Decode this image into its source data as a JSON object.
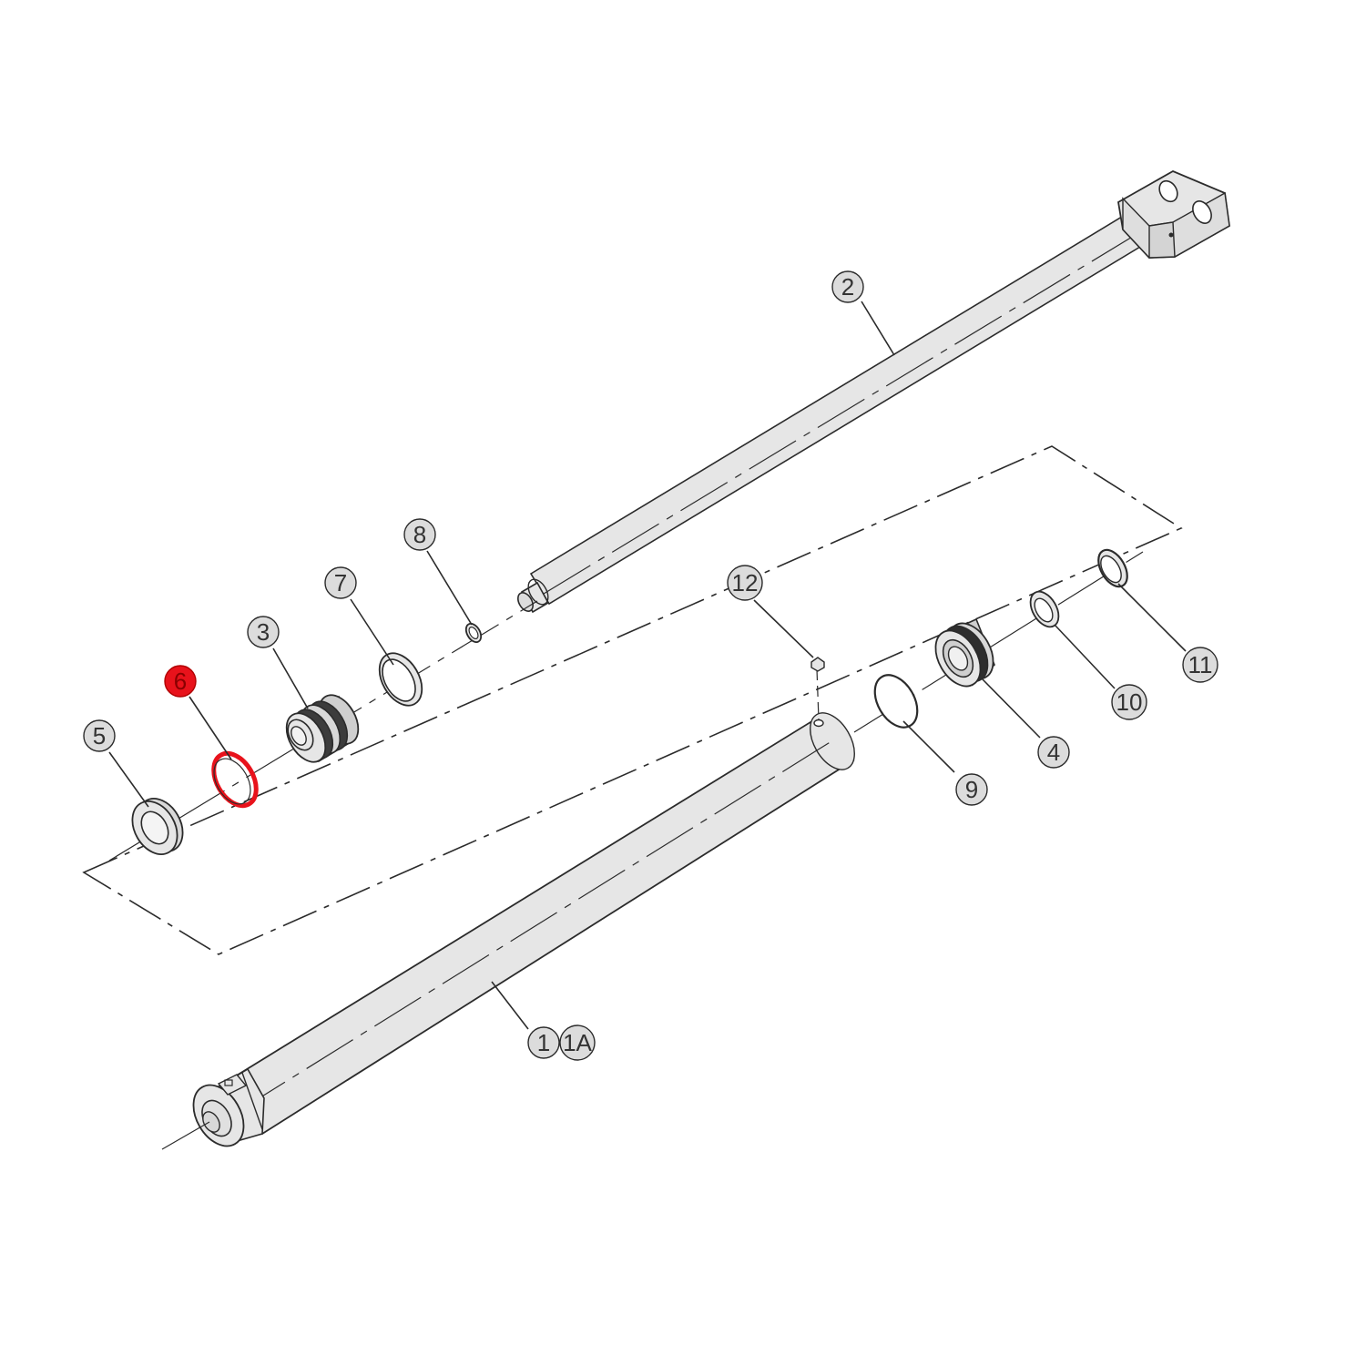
{
  "colors": {
    "line": "#2b2b2b",
    "part_fill": "#e6e6e6",
    "part_fill_dark": "#c8c8c8",
    "balloon_fill": "#dcdcdc",
    "highlight": "#e8121b"
  },
  "callouts": [
    {
      "id": "c2",
      "label": "2",
      "highlighted": false
    },
    {
      "id": "c8",
      "label": "8",
      "highlighted": false
    },
    {
      "id": "c7",
      "label": "7",
      "highlighted": false
    },
    {
      "id": "c3",
      "label": "3",
      "highlighted": false
    },
    {
      "id": "c6",
      "label": "6",
      "highlighted": true
    },
    {
      "id": "c5",
      "label": "5",
      "highlighted": false
    },
    {
      "id": "c12",
      "label": "12",
      "highlighted": false
    },
    {
      "id": "c11",
      "label": "11",
      "highlighted": false
    },
    {
      "id": "c10",
      "label": "10",
      "highlighted": false
    },
    {
      "id": "c4",
      "label": "4",
      "highlighted": false
    },
    {
      "id": "c9",
      "label": "9",
      "highlighted": false
    },
    {
      "id": "c1",
      "label": "1",
      "highlighted": false
    },
    {
      "id": "c1A",
      "label": "1A",
      "highlighted": false
    }
  ]
}
